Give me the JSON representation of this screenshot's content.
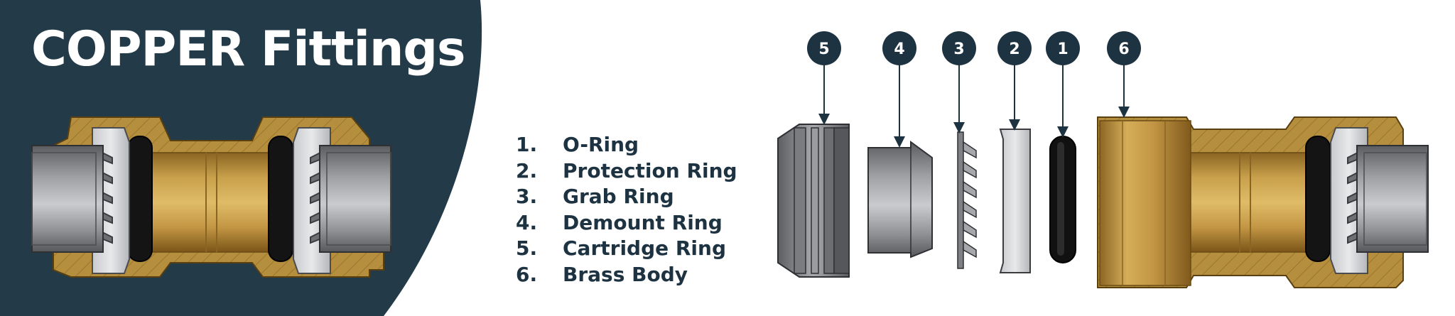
{
  "title": "COPPER Fittings",
  "colors": {
    "navy": "#233a49",
    "brass": "#b58f3d",
    "steel": "#8d8f93",
    "rubber": "#1a1a1a"
  },
  "legend": [
    {
      "number": "1.",
      "label": "O-Ring"
    },
    {
      "number": "2.",
      "label": "Protection Ring"
    },
    {
      "number": "3.",
      "label": "Grab Ring"
    },
    {
      "number": "4.",
      "label": "Demount Ring"
    },
    {
      "number": "5.",
      "label": "Cartridge Ring"
    },
    {
      "number": "6.",
      "label": "Brass Body"
    }
  ],
  "callouts": [
    "5",
    "4",
    "3",
    "2",
    "1",
    "6"
  ]
}
